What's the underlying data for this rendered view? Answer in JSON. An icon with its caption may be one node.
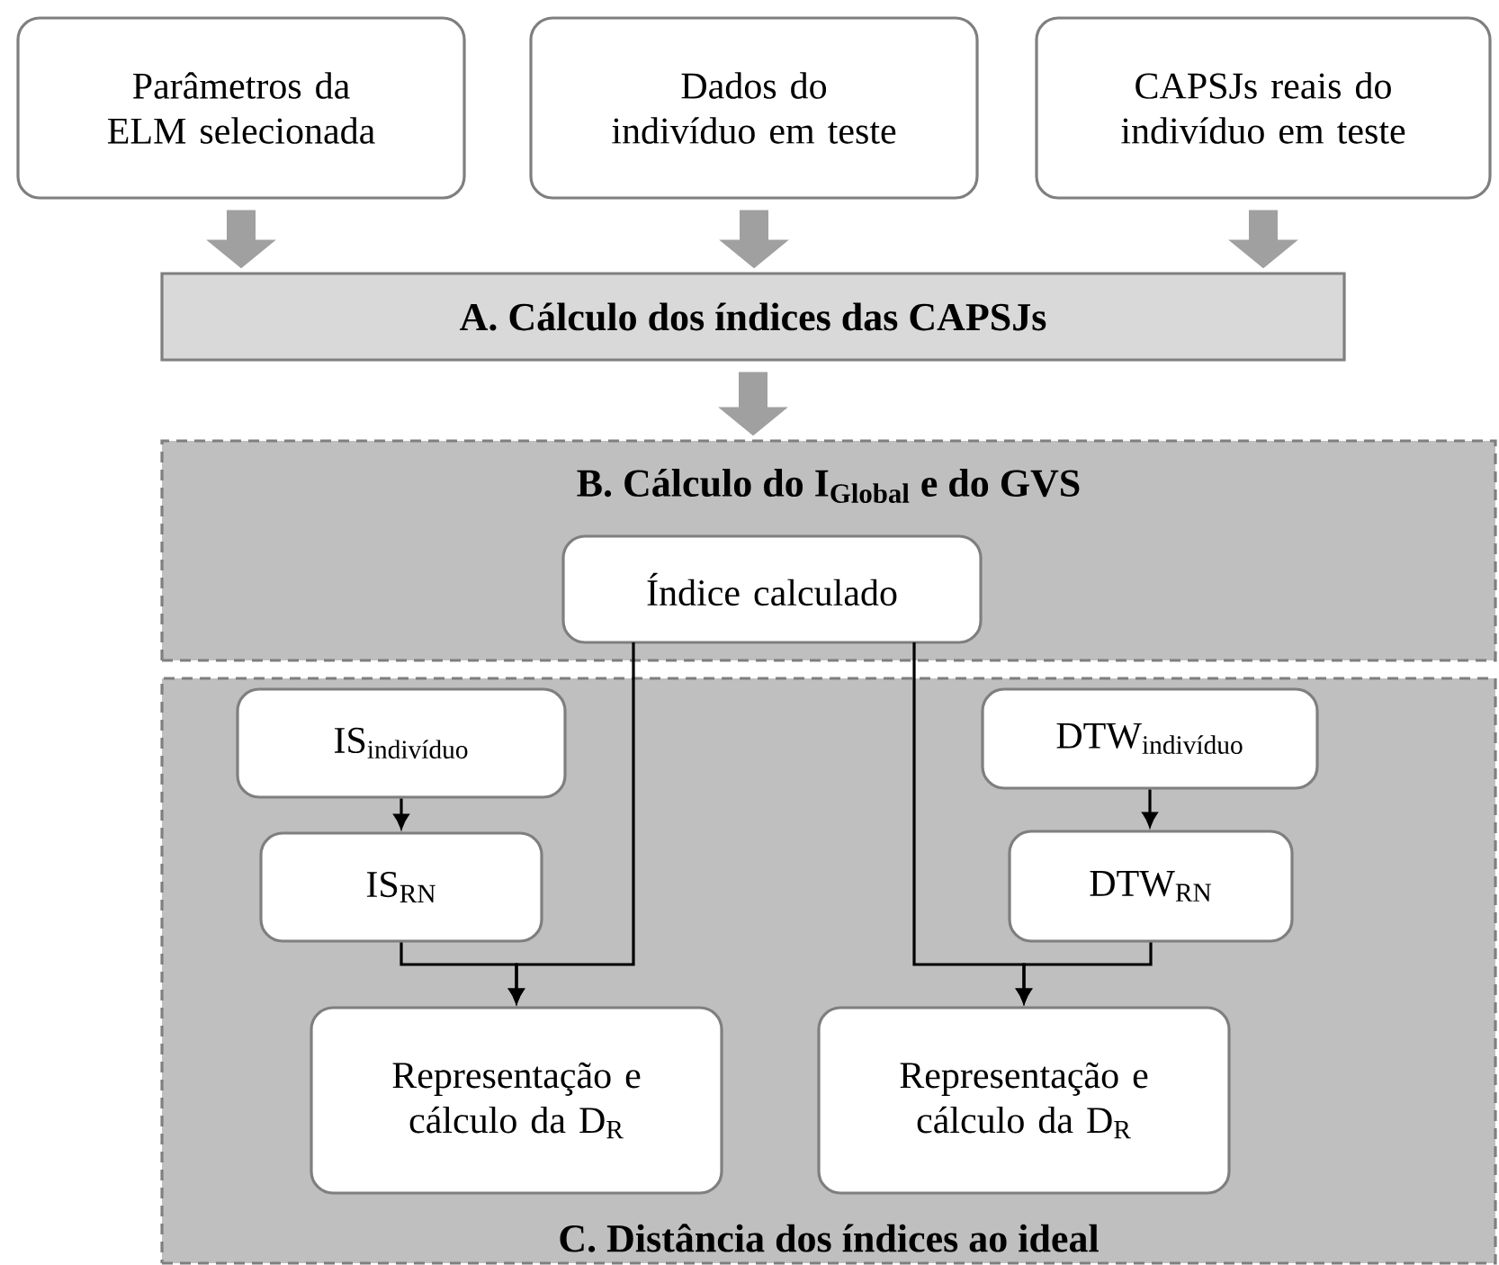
{
  "diagram": {
    "nodes": [
      {
        "text": [
          "Parâmetros da ELM selecionada"
        ]
      },
      {
        "text": [
          "Dados do indivíduo em teste"
        ]
      },
      {
        "text": [
          "CAPSJs reais do indivíduo em teste"
        ]
      },
      {
        "text": [
          "A.   Cálculo dos índices das CAPSJs"
        ]
      },
      {
        "text": [
          "B. Cálculo do I$_{Global}$ e do GVS"
        ]
      },
      {
        "text": [
          "Índice calculado"
        ],
        "in": 4
      },
      {
        "text": [
          "C. Distância dos índices ao ideal"
        ]
      },
      {
        "text": [
          "\\text{IS}_{\\text{indivíduo}}"
        ],
        "in": 6
      },
      {
        "text": [
          "IS$_{RN}$"
        ],
        "in": 6
      },
      {
        "text": [
          "\\text{DTW}_{\\text{indivíduo}}"
        ],
        "in": 6
      },
      {
        "text": [
          "DTW$_{RN}$"
        ],
        "in": 6
      },
      {
        "text": [
          "Representação e cálculo da D$_{R}$"
        ],
        "in": 6
      },
      {
        "text": [
          "Representação e cálculo da D$_{R}$"
        ],
        "in": 6
      }
    ],
    "edges": [
      {
        "from": 0,
        "to": 3,
        "arrow": "to",
        "style": "thick",
        "color": "#a0a0a0"
      },
      {
        "from": 1,
        "to": 3,
        "arrow": "to",
        "style": "thick",
        "color": "#a0a0a0"
      },
      {
        "from": 2,
        "to": 3,
        "arrow": "to",
        "style": "thick",
        "color": "#a0a0a0"
      },
      {
        "from": 3,
        "to": 4,
        "arrow": "to",
        "style": "thick",
        "color": "#a0a0a0"
      },
      {
        "from": 7,
        "to": 8,
        "arrow": "to"
      },
      {
        "from": 9,
        "to": 10,
        "arrow": "to"
      },
      {
        "from": 8,
        "to": 11,
        "arrow": "to"
      },
      {
        "from": 5,
        "to": 11,
        "arrow": "to"
      },
      {
        "from": 5,
        "to": 12,
        "arrow": "to"
      },
      {
        "from": 10,
        "to": 12,
        "arrow": "to"
      }
    ]
  }
}
